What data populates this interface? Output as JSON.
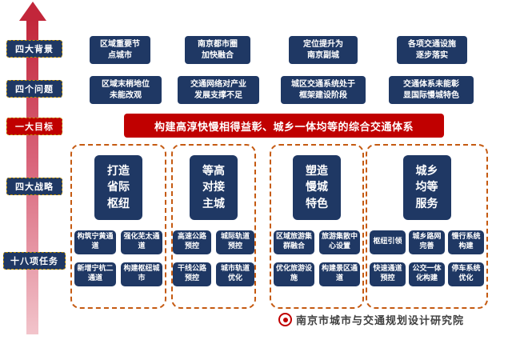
{
  "side_labels": [
    "四大背景",
    "四个问题",
    "一大目标",
    "四大战略",
    "十八项任务"
  ],
  "backgrounds": [
    "区域重要节点城市",
    "南京都市圈加快融合",
    "定位提升为南京副城",
    "各项交通设施逐步落实"
  ],
  "problems": [
    "区域末梢地位未能改观",
    "交通网络对产业发展支撑不足",
    "城区交通系统处于框架建设阶段",
    "交通体系未能彰显国际慢城特色"
  ],
  "goal": "构建高淳快慢相得益彰、城乡一体均等的综合交通体系",
  "strategies": [
    {
      "name": "打造省际枢纽",
      "tasks": [
        "构筑宁黄通道",
        "强化芜太通道",
        "新增宁杭二通道",
        "构建枢纽城市"
      ]
    },
    {
      "name": "等高对接主城",
      "tasks": [
        "高速公路预控",
        "城际轨道预控",
        "干线公路预控",
        "城市轨道优化"
      ]
    },
    {
      "name": "塑造慢城特色",
      "tasks": [
        "区域旅游集群融合",
        "旅游集散中心设置",
        "优化旅游设施",
        "构建景区通道"
      ]
    },
    {
      "name": "城乡均等服务",
      "tasks": [
        "枢纽引领",
        "城乡路网完善",
        "慢行系统构建",
        "快速通道预控",
        "公交一体化构建",
        "停车系统优化"
      ]
    }
  ],
  "watermark": {
    "text": "南京市城市与交通规划设计研究院",
    "logo": "red-seal-icon"
  },
  "colors": {
    "navy": "#1F3864",
    "red": "#C00000",
    "group_dashed_border": "#C55A11",
    "label_dashed_border": "#BF9000",
    "arrow_top": "#C2263A",
    "arrow_bottom": "#F2C4CB"
  }
}
